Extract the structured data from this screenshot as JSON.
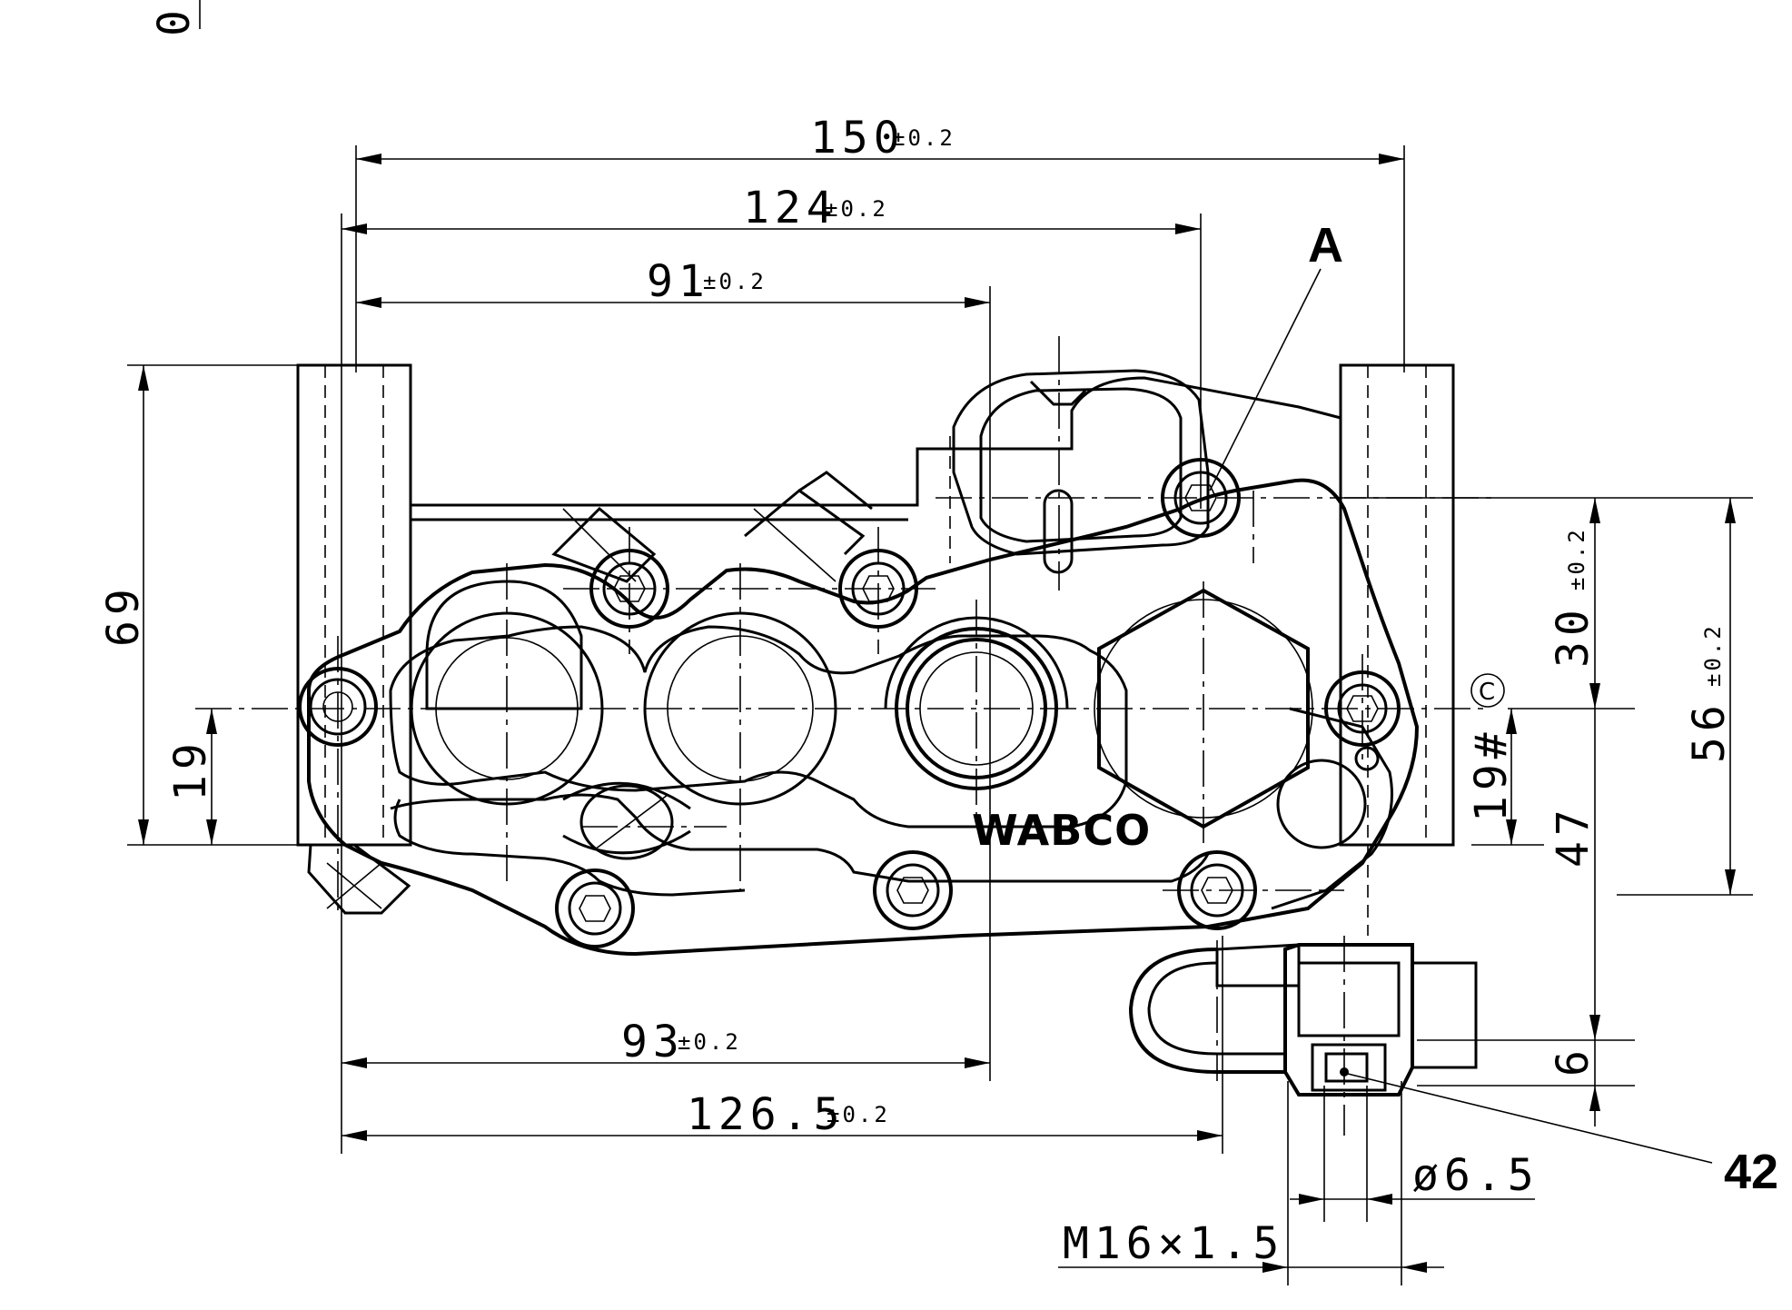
{
  "title_fragment": "0",
  "dimensions": {
    "d150": {
      "value": "150",
      "tol": "±0.2"
    },
    "d124": {
      "value": "124",
      "tol": "±0.2"
    },
    "d91": {
      "value": "91",
      "tol": "±0.2"
    },
    "d93": {
      "value": "93",
      "tol": "±0.2"
    },
    "d1265": {
      "value": "126.5",
      "tol": "±0.2"
    },
    "d69": {
      "value": "69"
    },
    "d19": {
      "value": "19"
    },
    "d30": {
      "value": "30",
      "tol": "±0.2"
    },
    "d56": {
      "value": "56",
      "tol": "±0.2"
    },
    "d19hash": {
      "value": "19#"
    },
    "d47": {
      "value": "47"
    },
    "d6": {
      "value": "6"
    },
    "dia": {
      "value": "ø6.5"
    },
    "thread": {
      "value": "M16×1.5"
    }
  },
  "callouts": {
    "a": "A",
    "c": "C",
    "n42": "42"
  },
  "brand": "WABCO"
}
